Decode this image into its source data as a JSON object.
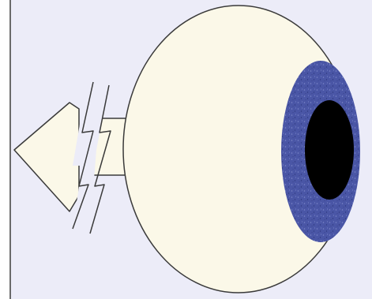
{
  "diagram": {
    "subject": "eyeball-with-broken-optic-nerve",
    "colors": {
      "panel_background": "#ececf8",
      "panel_border": "#6a6a6a",
      "eyeball_fill": "#fbf8e8",
      "stroke": "#3a3a3a",
      "iris": "#4a56a6",
      "iris_speckle": "#7b86c8",
      "pupil": "#000000"
    },
    "parts": [
      "eyeball",
      "iris",
      "pupil",
      "optic-nerve",
      "arrow-pointing-left",
      "break-symbol"
    ]
  }
}
